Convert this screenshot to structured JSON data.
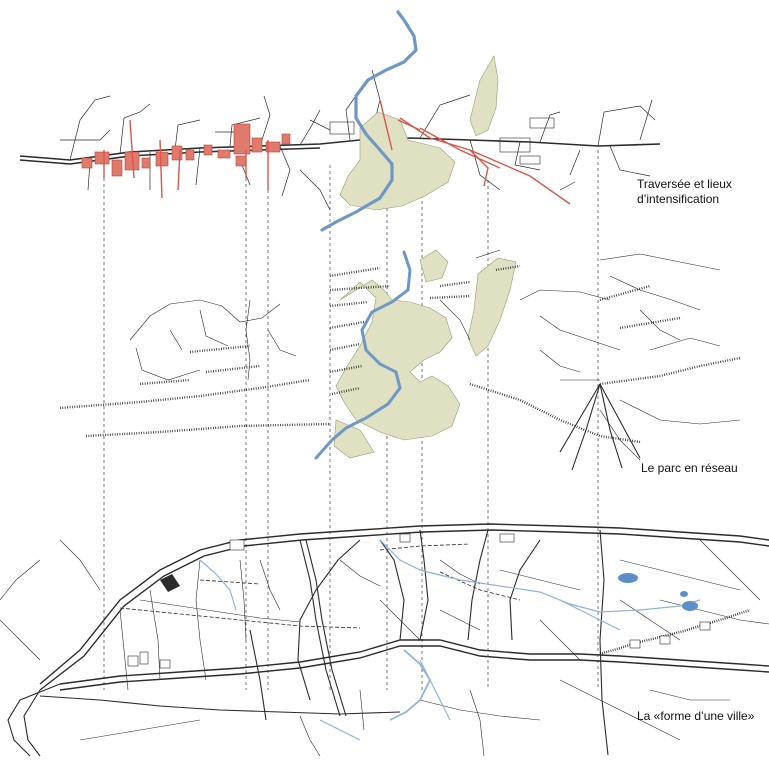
{
  "layers": [
    {
      "id": "traversee",
      "caption_lines": [
        "Traversée et lieux",
        "d’intensification"
      ]
    },
    {
      "id": "parc",
      "caption_lines": [
        "Le parc en réseau"
      ]
    },
    {
      "id": "forme",
      "caption_lines": [
        "La «forme d’une ville»"
      ]
    }
  ],
  "colors": {
    "ink": "#2b2b2b",
    "river": "#6f97c6",
    "river_light": "#8fb4da",
    "park": "#dfe1c2",
    "park_stroke": "#9a9c77",
    "intensification": "#e07a6c",
    "intensification_stroke": "#b8453a",
    "guide": "#555555",
    "lake": "#5c8fc9"
  }
}
